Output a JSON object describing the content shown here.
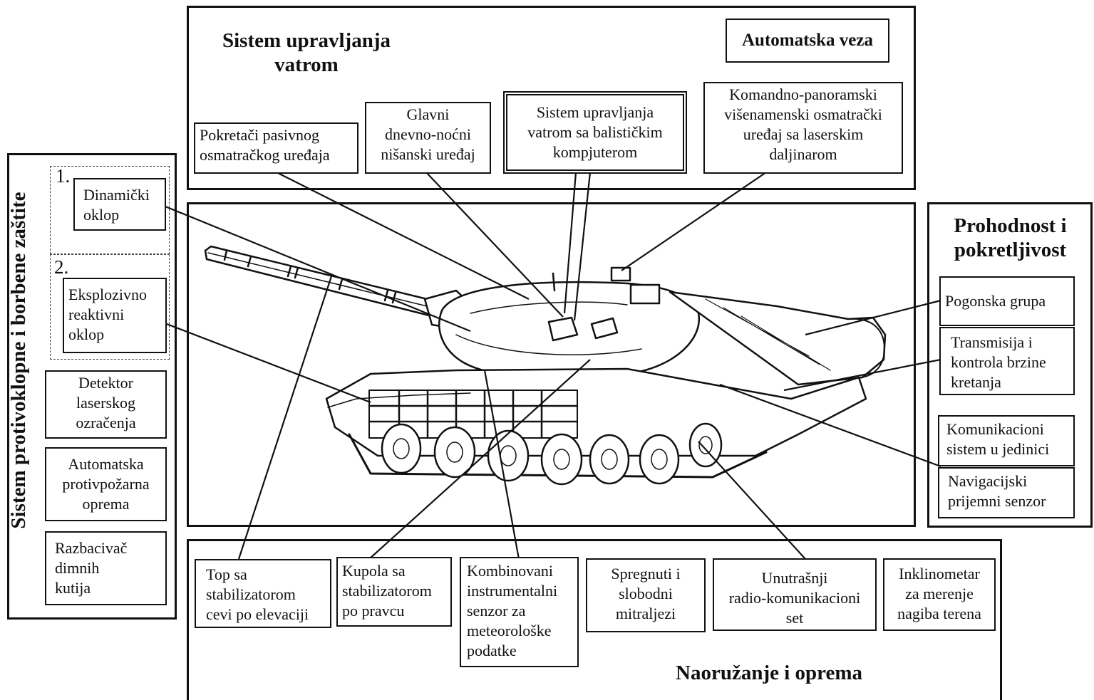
{
  "sections": {
    "fire_control": "Sistem upravljanja\nvatrom",
    "auto_comm": "Automatska veza",
    "protection": "Sistem protivoklopne i borbene zaštite",
    "mobility": "Prohodnost i\npokretljivost",
    "armament": "Naoružanje i oprema"
  },
  "numbers": {
    "n1": "1.",
    "n2": "2."
  },
  "top_boxes": {
    "pasivni": "Pokretači pasivnog\nosmatračkog uređaja",
    "glavni": "Glavni\ndnevno-noćni\nnišanski uređaj",
    "balisticki": "Sistem upravljanja\nvatrom sa balističkim\nkompjuterom",
    "komandno": "Komandno-panoramski\nvišenamenski osmatrački\nuređaj sa laserskim\ndaljinarom"
  },
  "left_boxes": {
    "dinamicki": "Dinamički\noklop",
    "eksplozivno": "Eksplozivno\nreaktivni\noklop",
    "detektor": "Detektor\nlaserskog\nozračenja",
    "automatska_oprema": "Automatska\nprotivpožarna\noprema",
    "razbacivac": "Razbacivač\ndimnih\nkutija"
  },
  "right_boxes": {
    "pogonska": "Pogonska grupa",
    "transmisija": "Transmisija i\nkontrola brzine\nkretanja",
    "komunikacioni": "Komunikacioni\nsistem u jedinici",
    "navigacijski": "Navigacijski\nprijemni senzor"
  },
  "bottom_boxes": {
    "top": "Top sa\nstabilizatorom\ncevi po elevaciji",
    "kupola": "Kupola sa\nstabilizatorom\npo pravcu",
    "kombinovani": "Kombinovani\ninstrumentalni\nsenzor za\nmeteorološke\npodatke",
    "spregnuti": "Spregnuti i\nslobodni\nmitraljezi",
    "unutrasnji": "Unutrašnji\nradio-komunikacioni\nset",
    "inklinometar": "Inklinometar\nza merenje\nnagiba terena"
  }
}
